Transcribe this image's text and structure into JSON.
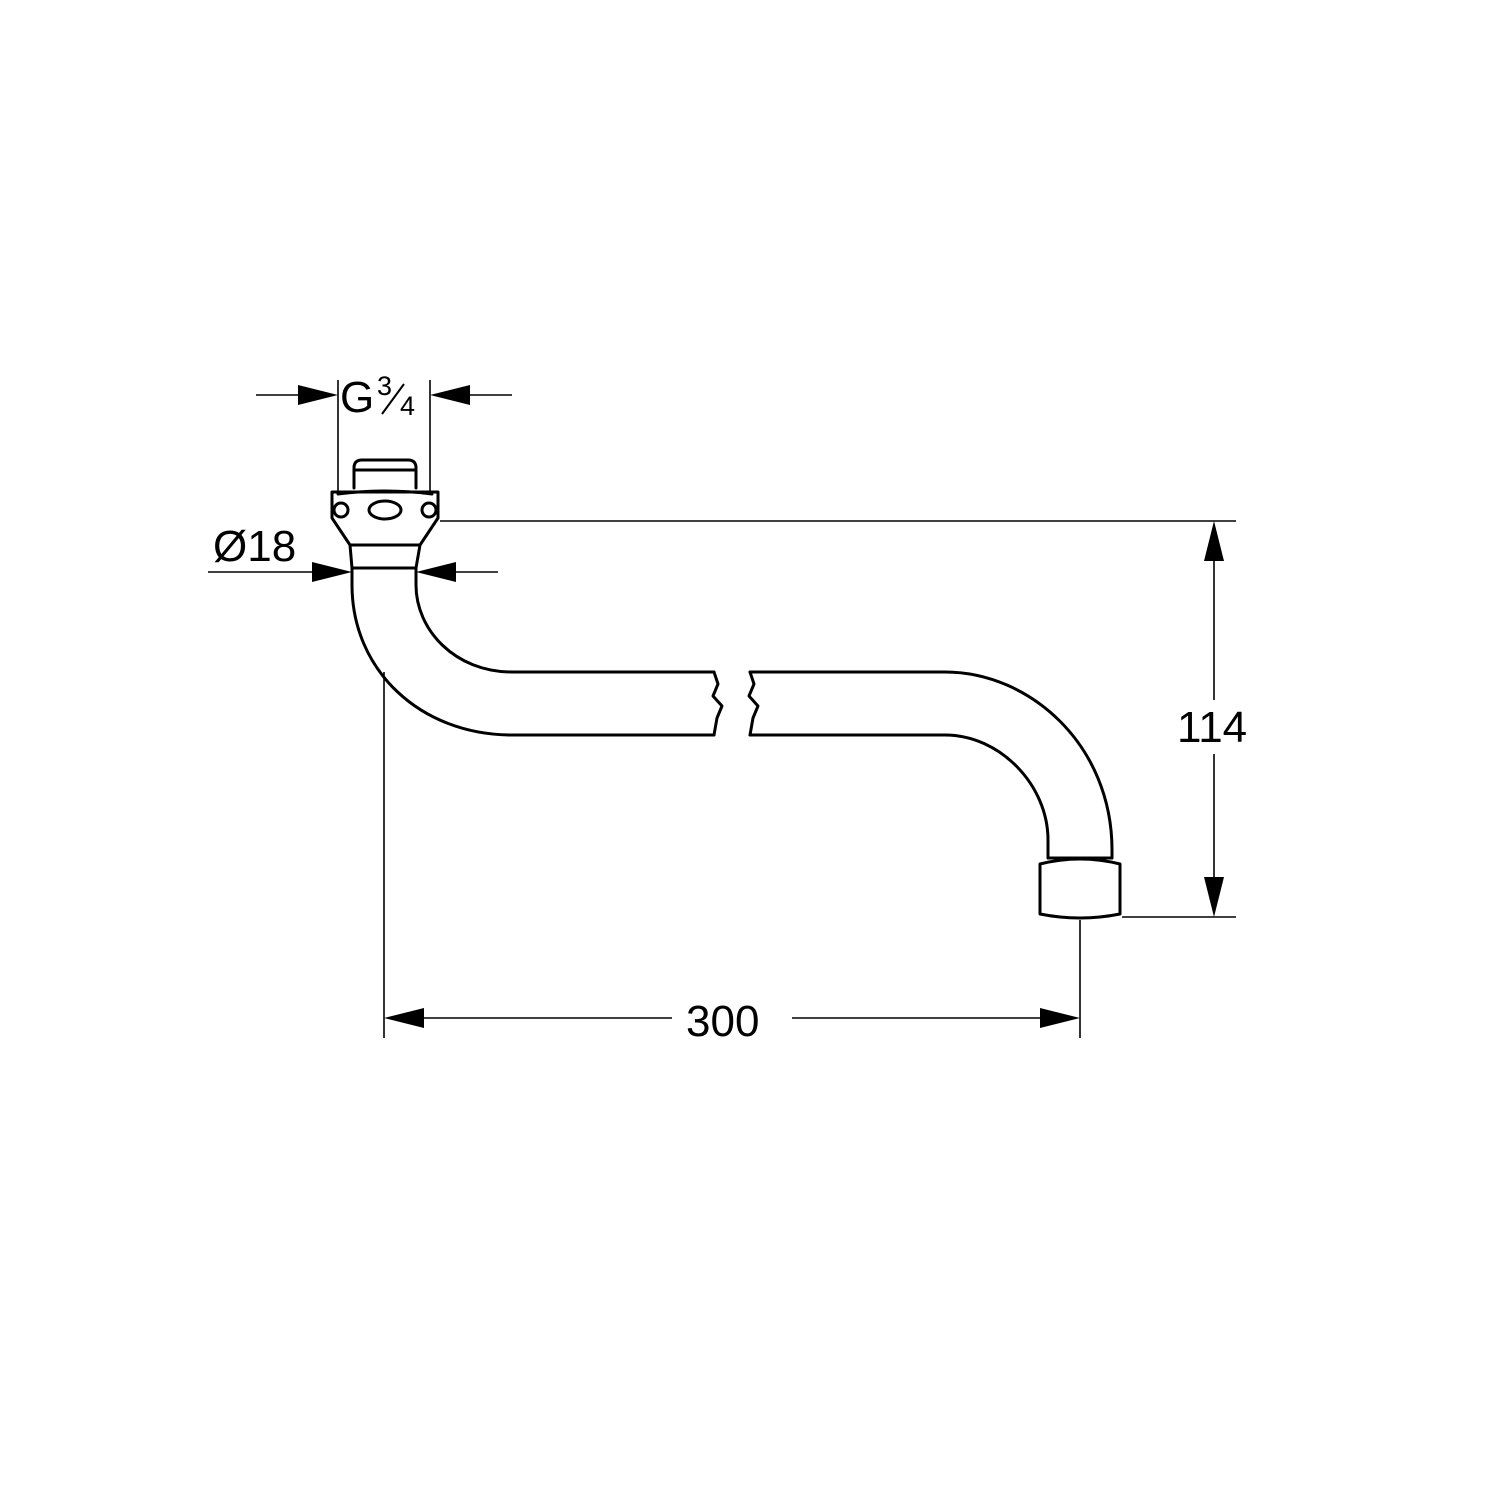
{
  "dimensions": {
    "thread": {
      "letter": "G",
      "numerator": "3",
      "denominator": "4"
    },
    "diameter": "Ø18",
    "height": "114",
    "length": "300"
  },
  "colors": {
    "line": "#000000",
    "background": "#ffffff"
  }
}
